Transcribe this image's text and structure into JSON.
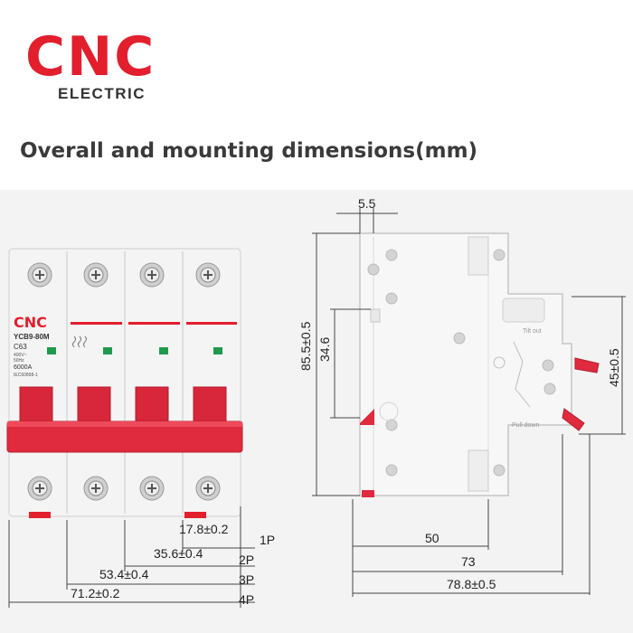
{
  "brand": {
    "logo_text": "CNC",
    "logo_subtext": "ELECTRIC",
    "accent_color": "#e31e2d"
  },
  "heading": "Overall and mounting dimensions(mm)",
  "front_view": {
    "front_label": {
      "brand": "CNC",
      "model": "YCB9-80M",
      "rating": "C63",
      "line1": "400V~",
      "line2": "50Hz",
      "breaking": "6000A",
      "standard": "IEC60898-1"
    },
    "dimensions": [
      {
        "value": "17.8±0.2",
        "poles": "1P"
      },
      {
        "value": "35.6±0.4",
        "poles": "2P"
      },
      {
        "value": "53.4±0.4",
        "poles": "3P"
      },
      {
        "value": "71.2±0.2",
        "poles": "4P"
      }
    ]
  },
  "side_view": {
    "top_offset": "5.5",
    "overall_height": "85.5±0.5",
    "neck_height": "34.6",
    "front_height": "45±0.5",
    "depths": [
      "50",
      "73",
      "78.8±0.5"
    ],
    "markings": {
      "tilt": "Tilt out",
      "pull": "Pull down"
    }
  }
}
